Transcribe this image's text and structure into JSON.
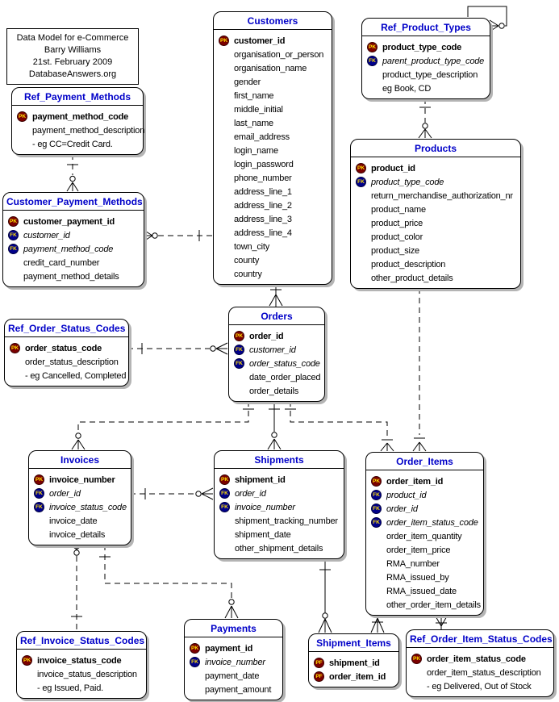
{
  "diagram": {
    "title_box": {
      "lines": [
        "Data Model for e-Commerce",
        "Barry Williams",
        "21st. February 2009",
        "DatabaseAnswers.org"
      ]
    },
    "colors": {
      "entity_title": "#0000C8",
      "pk_badge": "#7B0000",
      "fk_badge": "#00008B",
      "badge_text": "#FFE000",
      "box_shadow": "#b4b4b4"
    },
    "entities": {
      "customers": {
        "title": "Customers",
        "fields": [
          {
            "badge": "PK",
            "text": "customer_id"
          },
          {
            "badge": "",
            "text": "organisation_or_person"
          },
          {
            "badge": "",
            "text": "organisation_name"
          },
          {
            "badge": "",
            "text": "gender"
          },
          {
            "badge": "",
            "text": "first_name"
          },
          {
            "badge": "",
            "text": "middle_initial"
          },
          {
            "badge": "",
            "text": "last_name"
          },
          {
            "badge": "",
            "text": "email_address"
          },
          {
            "badge": "",
            "text": "login_name"
          },
          {
            "badge": "",
            "text": "login_password"
          },
          {
            "badge": "",
            "text": "phone_number"
          },
          {
            "badge": "",
            "text": "address_line_1"
          },
          {
            "badge": "",
            "text": "address_line_2"
          },
          {
            "badge": "",
            "text": "address_line_3"
          },
          {
            "badge": "",
            "text": "address_line_4"
          },
          {
            "badge": "",
            "text": "town_city"
          },
          {
            "badge": "",
            "text": "county"
          },
          {
            "badge": "",
            "text": "country"
          }
        ]
      },
      "ref_product_types": {
        "title": "Ref_Product_Types",
        "fields": [
          {
            "badge": "PK",
            "text": "product_type_code"
          },
          {
            "badge": "FK",
            "text": "parent_product_type_code"
          },
          {
            "badge": "",
            "text": "product_type_description"
          },
          {
            "badge": "",
            "text": "eg Book, CD"
          }
        ]
      },
      "products": {
        "title": "Products",
        "fields": [
          {
            "badge": "PK",
            "text": "product_id"
          },
          {
            "badge": "FK",
            "text": "product_type_code"
          },
          {
            "badge": "",
            "text": "return_merchandise_authorization_nr"
          },
          {
            "badge": "",
            "text": "product_name"
          },
          {
            "badge": "",
            "text": "product_price"
          },
          {
            "badge": "",
            "text": "product_color"
          },
          {
            "badge": "",
            "text": "product_size"
          },
          {
            "badge": "",
            "text": "product_description"
          },
          {
            "badge": "",
            "text": "other_product_details"
          }
        ]
      },
      "ref_payment_methods": {
        "title": "Ref_Payment_Methods",
        "fields": [
          {
            "badge": "PK",
            "text": "payment_method_code"
          },
          {
            "badge": "",
            "text": "payment_method_description"
          },
          {
            "badge": "",
            "text": "- eg CC=Credit Card."
          }
        ]
      },
      "customer_payment_methods": {
        "title": "Customer_Payment_Methods",
        "fields": [
          {
            "badge": "PK",
            "text": "customer_payment_id"
          },
          {
            "badge": "FK",
            "text": "customer_id"
          },
          {
            "badge": "FK",
            "text": "payment_method_code"
          },
          {
            "badge": "",
            "text": "credit_card_number"
          },
          {
            "badge": "",
            "text": "payment_method_details"
          }
        ]
      },
      "ref_order_status_codes": {
        "title": "Ref_Order_Status_Codes",
        "fields": [
          {
            "badge": "PK",
            "text": "order_status_code"
          },
          {
            "badge": "",
            "text": "order_status_description"
          },
          {
            "badge": "",
            "text": "- eg Cancelled, Completed"
          }
        ]
      },
      "orders": {
        "title": "Orders",
        "fields": [
          {
            "badge": "PK",
            "text": "order_id"
          },
          {
            "badge": "FK",
            "text": "customer_id"
          },
          {
            "badge": "FK",
            "text": "order_status_code"
          },
          {
            "badge": "",
            "text": "date_order_placed"
          },
          {
            "badge": "",
            "text": "order_details"
          }
        ]
      },
      "invoices": {
        "title": "Invoices",
        "fields": [
          {
            "badge": "PK",
            "text": "invoice_number"
          },
          {
            "badge": "FK",
            "text": "order_id"
          },
          {
            "badge": "FK",
            "text": "invoice_status_code"
          },
          {
            "badge": "",
            "text": "invoice_date"
          },
          {
            "badge": "",
            "text": "invoice_details"
          }
        ]
      },
      "shipments": {
        "title": "Shipments",
        "fields": [
          {
            "badge": "PK",
            "text": "shipment_id"
          },
          {
            "badge": "FK",
            "text": "order_id"
          },
          {
            "badge": "FK",
            "text": "invoice_number"
          },
          {
            "badge": "",
            "text": "shipment_tracking_number"
          },
          {
            "badge": "",
            "text": "shipment_date"
          },
          {
            "badge": "",
            "text": "other_shipment_details"
          }
        ]
      },
      "order_items": {
        "title": "Order_Items",
        "fields": [
          {
            "badge": "PK",
            "text": "order_item_id"
          },
          {
            "badge": "FK",
            "text": "product_id"
          },
          {
            "badge": "FK",
            "text": "order_id"
          },
          {
            "badge": "FK",
            "text": "order_item_status_code"
          },
          {
            "badge": "",
            "text": "order_item_quantity"
          },
          {
            "badge": "",
            "text": "order_item_price"
          },
          {
            "badge": "",
            "text": "RMA_number"
          },
          {
            "badge": "",
            "text": "RMA_issued_by"
          },
          {
            "badge": "",
            "text": "RMA_issued_date"
          },
          {
            "badge": "",
            "text": "other_order_item_details"
          }
        ]
      },
      "ref_invoice_status_codes": {
        "title": "Ref_Invoice_Status_Codes",
        "fields": [
          {
            "badge": "PK",
            "text": "invoice_status_code"
          },
          {
            "badge": "",
            "text": "invoice_status_description"
          },
          {
            "badge": "",
            "text": "- eg Issued, Paid."
          }
        ]
      },
      "payments": {
        "title": "Payments",
        "fields": [
          {
            "badge": "PK",
            "text": "payment_id"
          },
          {
            "badge": "FK",
            "text": "invoice_number"
          },
          {
            "badge": "",
            "text": "payment_date"
          },
          {
            "badge": "",
            "text": "payment_amount"
          }
        ]
      },
      "shipment_items": {
        "title": "Shipment_Items",
        "fields": [
          {
            "badge": "PF",
            "text": "shipment_id"
          },
          {
            "badge": "PF",
            "text": "order_item_id"
          }
        ]
      },
      "ref_order_item_status_codes": {
        "title": "Ref_Order_Item_Status_Codes",
        "fields": [
          {
            "badge": "PK",
            "text": "order_item_status_code"
          },
          {
            "badge": "",
            "text": "order_item_status_description"
          },
          {
            "badge": "",
            "text": "- eg Delivered, Out of Stock"
          }
        ]
      }
    },
    "relationships": [
      {
        "from": "Ref_Payment_Methods",
        "to": "Customer_Payment_Methods",
        "type": "one-to-many"
      },
      {
        "from": "Customers",
        "to": "Customer_Payment_Methods",
        "type": "one-to-many"
      },
      {
        "from": "Customers",
        "to": "Orders",
        "type": "one-to-many"
      },
      {
        "from": "Ref_Order_Status_Codes",
        "to": "Orders",
        "type": "one-to-many"
      },
      {
        "from": "Ref_Product_Types",
        "to": "Products",
        "type": "one-to-many"
      },
      {
        "from": "Ref_Product_Types",
        "to": "Ref_Product_Types",
        "type": "one-to-many-self"
      },
      {
        "from": "Orders",
        "to": "Invoices",
        "type": "one-to-many"
      },
      {
        "from": "Orders",
        "to": "Shipments",
        "type": "one-to-many"
      },
      {
        "from": "Orders",
        "to": "Order_Items",
        "type": "one-to-many"
      },
      {
        "from": "Products",
        "to": "Order_Items",
        "type": "one-to-many"
      },
      {
        "from": "Invoices",
        "to": "Shipments",
        "type": "one-to-many"
      },
      {
        "from": "Ref_Invoice_Status_Codes",
        "to": "Invoices",
        "type": "one-to-many"
      },
      {
        "from": "Invoices",
        "to": "Payments",
        "type": "one-to-many"
      },
      {
        "from": "Shipments",
        "to": "Shipment_Items",
        "type": "one-to-many"
      },
      {
        "from": "Order_Items",
        "to": "Shipment_Items",
        "type": "one-to-many"
      },
      {
        "from": "Ref_Order_Item_Status_Codes",
        "to": "Order_Items",
        "type": "one-to-many"
      }
    ]
  }
}
